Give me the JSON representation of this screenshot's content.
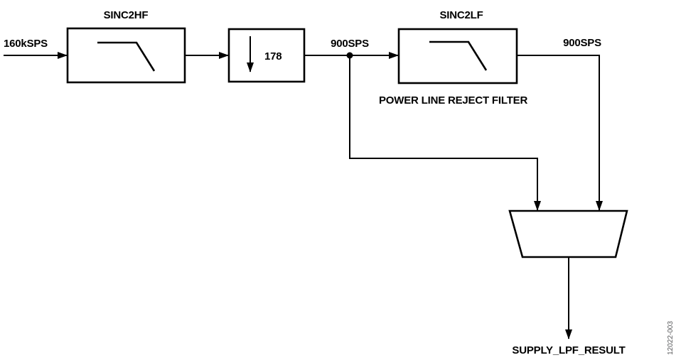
{
  "figure": {
    "type": "block-diagram",
    "background": "#ffffff",
    "line_color": "#000000",
    "labels": {
      "input_rate": "160kSPS",
      "hf_filter_title": "SINC2HF",
      "decimation_factor": "178",
      "mid_rate": "900SPS",
      "lf_filter_title": "SINC2LF",
      "lf_filter_caption": "POWER LINE REJECT FILTER",
      "out_rate": "900SPS",
      "result": "SUPPLY_LPF_RESULT",
      "figure_id": "12022-003"
    },
    "colors": {
      "figure_id_text": "#58595b"
    }
  }
}
